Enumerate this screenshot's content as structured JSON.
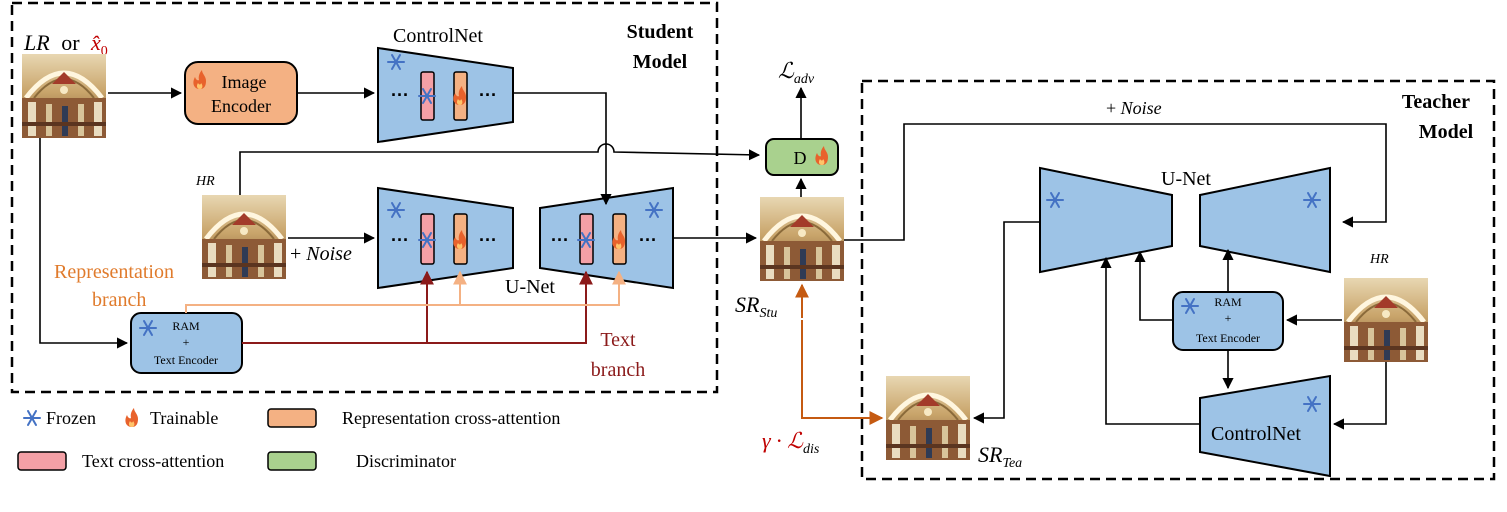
{
  "student": {
    "title_line1": "Student",
    "title_line2": "Model",
    "input_label": "LR",
    "input_or": "or",
    "input_x0": "x̂",
    "input_x0_sub": "0",
    "controlnet_label": "ControlNet",
    "image_encoder_line1": "Image",
    "image_encoder_line2": "Encoder",
    "hr_label": "HR",
    "noise_label": "+ Noise",
    "unet_label": "U-Net",
    "representation_branch_line1": "Representation",
    "representation_branch_line2": "branch",
    "text_branch_line1": "Text",
    "text_branch_line2": "branch",
    "ram_line1": "RAM",
    "ram_line2": "+",
    "ram_line3": "Text Encoder",
    "dots": "···"
  },
  "middle": {
    "loss_adv": "ℒ",
    "loss_adv_sub": "adv",
    "discriminator_label": "D",
    "sr_stu": "SR",
    "sr_stu_sub": "Stu",
    "loss_dis_gamma": "γ · ℒ",
    "loss_dis_sub": "dis"
  },
  "teacher": {
    "title_line1": "Teacher",
    "title_line2": "Model",
    "noise_label": "+ Noise",
    "unet_label": "U-Net",
    "hr_label": "HR",
    "ram_line1": "RAM",
    "ram_line2": "+",
    "ram_line3": "Text Encoder",
    "controlnet_label": "ControlNet",
    "sr_tea": "SR",
    "sr_tea_sub": "Tea"
  },
  "legend": {
    "frozen": "Frozen",
    "trainable": "Trainable",
    "representation_ca": "Representation cross-attention",
    "text_ca": "Text cross-attention",
    "discriminator": "Discriminator"
  },
  "colors": {
    "blue_block": "#9dc3e6",
    "orange_block": "#f4b183",
    "pink_block": "#f4a0a6",
    "green_block": "#a9d18e",
    "dark_red": "#8b1a1a",
    "orange_text": "#e07b2c",
    "light_orange_line": "#f4b183",
    "loss_orange": "#c55a11"
  }
}
